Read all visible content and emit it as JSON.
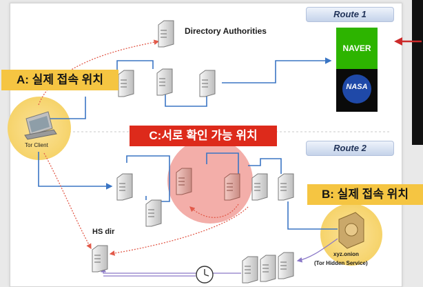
{
  "routes": {
    "route1": "Route 1",
    "route2": "Route 2"
  },
  "labels": {
    "a": "A: 실제 접속 위치",
    "b": "B: 실제 접속 위치",
    "c": "C:서로 확인 가능 위치"
  },
  "nodes": {
    "directory_authorities": "Directory Authorities",
    "tor_client": "Tor Client",
    "hs_dir": "HS dir",
    "xyz_onion": "xyz.onion",
    "hidden_service": "(Tor Hidden Service)"
  },
  "logos": {
    "naver": "NAVER",
    "nasa": "NASA"
  },
  "colors": {
    "route_line": "#3a75c4",
    "red_path": "#e25a4a",
    "purple_path": "#8a78c8",
    "highlight_yellow": "#f5c542",
    "highlight_red": "#dd2a1b",
    "red_zone": "#f2a5a0",
    "naver_green": "#2db400",
    "nasa_blue": "#1f49a8"
  },
  "icons": [
    "server-icon",
    "laptop-icon",
    "onion-service-icon",
    "clock-icon",
    "arrow-left-icon"
  ]
}
